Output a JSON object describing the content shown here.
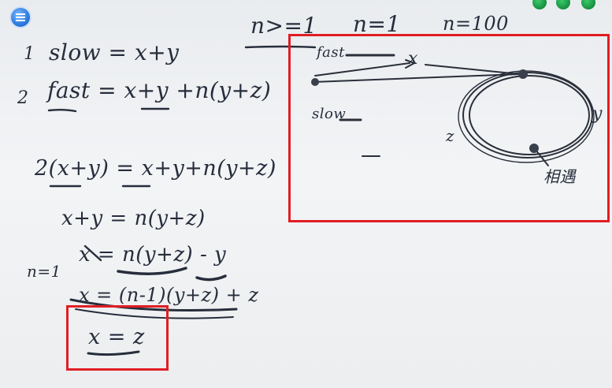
{
  "header": {
    "cond1": "n>=1",
    "cond2": "n=1",
    "cond3": "n=100"
  },
  "equations": {
    "eq1_no": "1",
    "eq1": "slow = x+y",
    "eq2_no": "2",
    "eq2": "fast = x+y +n(y+z)",
    "step1": "2(x+y) = x+y+n(y+z)",
    "step2": "x+y = n(y+z)",
    "step3": "x = n(y+z) - y",
    "n_note": "n=1",
    "step4": "x = (n-1)(y+z) + z",
    "result": "x = z"
  },
  "diagram": {
    "label_fast": "fast",
    "label_slow": "slow",
    "label_x": "x",
    "label_y": "y",
    "label_z": "z",
    "label_meet": "相遇"
  },
  "colors": {
    "ink": "#262d3b",
    "highlight_box": "#e01e24",
    "board": "#eef0f2"
  }
}
